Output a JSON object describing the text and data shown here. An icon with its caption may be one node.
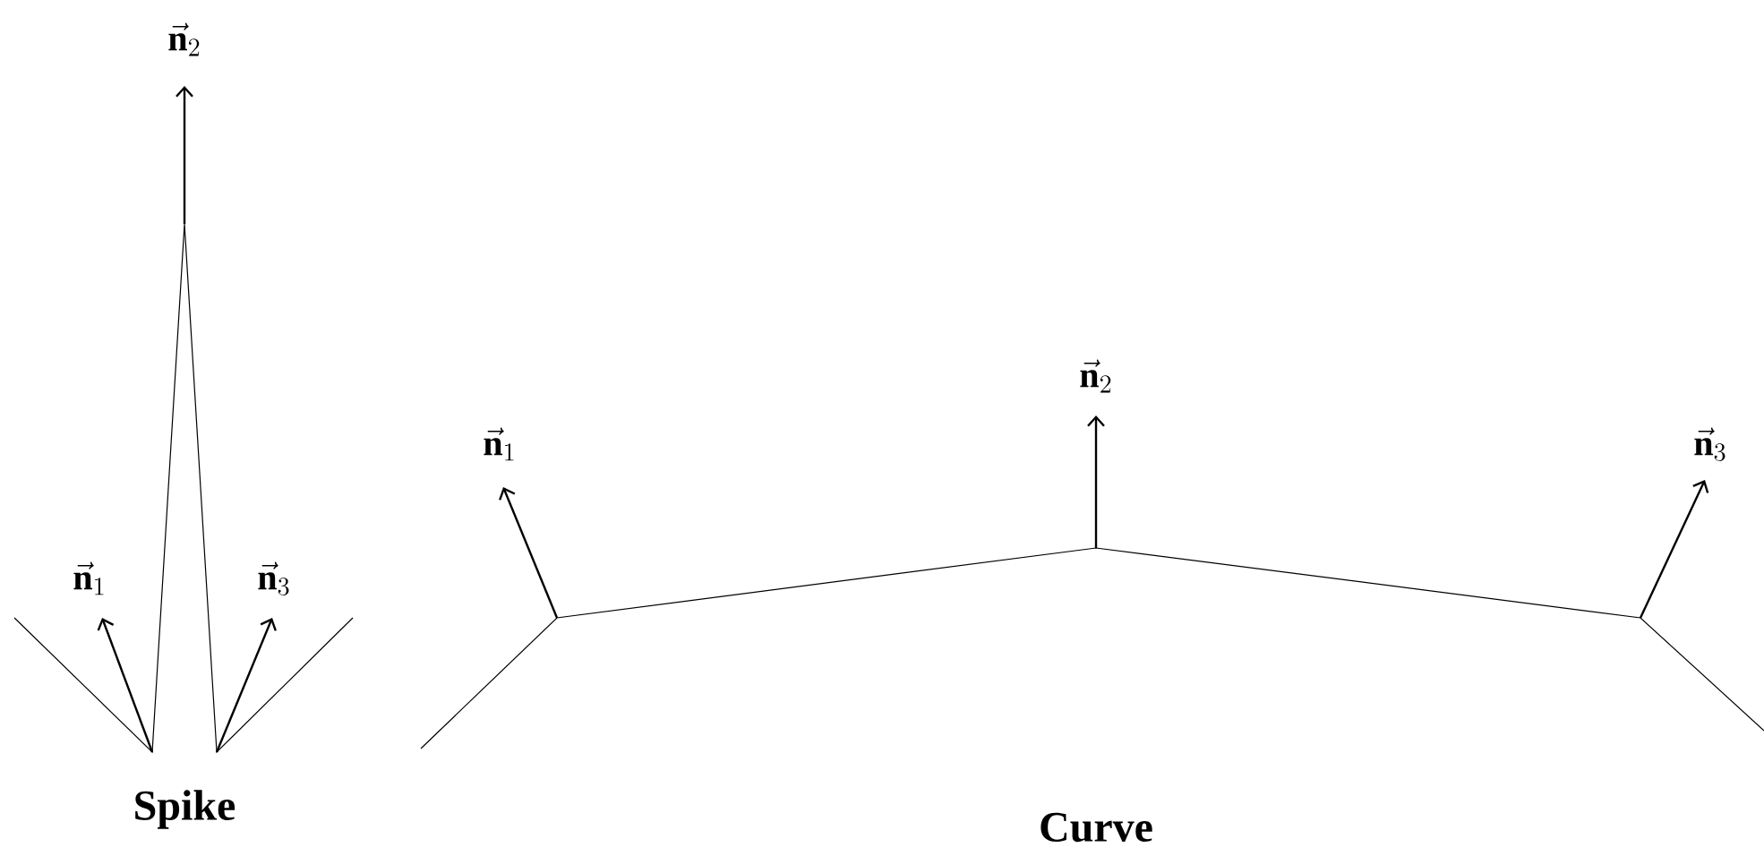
{
  "diagram": {
    "labels": [
      "\\vec{\\mathbf{n}}_2",
      "\\vec{\\mathbf{n}}_1",
      "\\vec{\\mathbf{n}}_3",
      "\\vec{\\mathbf{n}}_1",
      "\\vec{\\mathbf{n}}_2",
      "\\vec{\\mathbf{n}}_3",
      "Spike",
      "Curve"
    ]
  }
}
